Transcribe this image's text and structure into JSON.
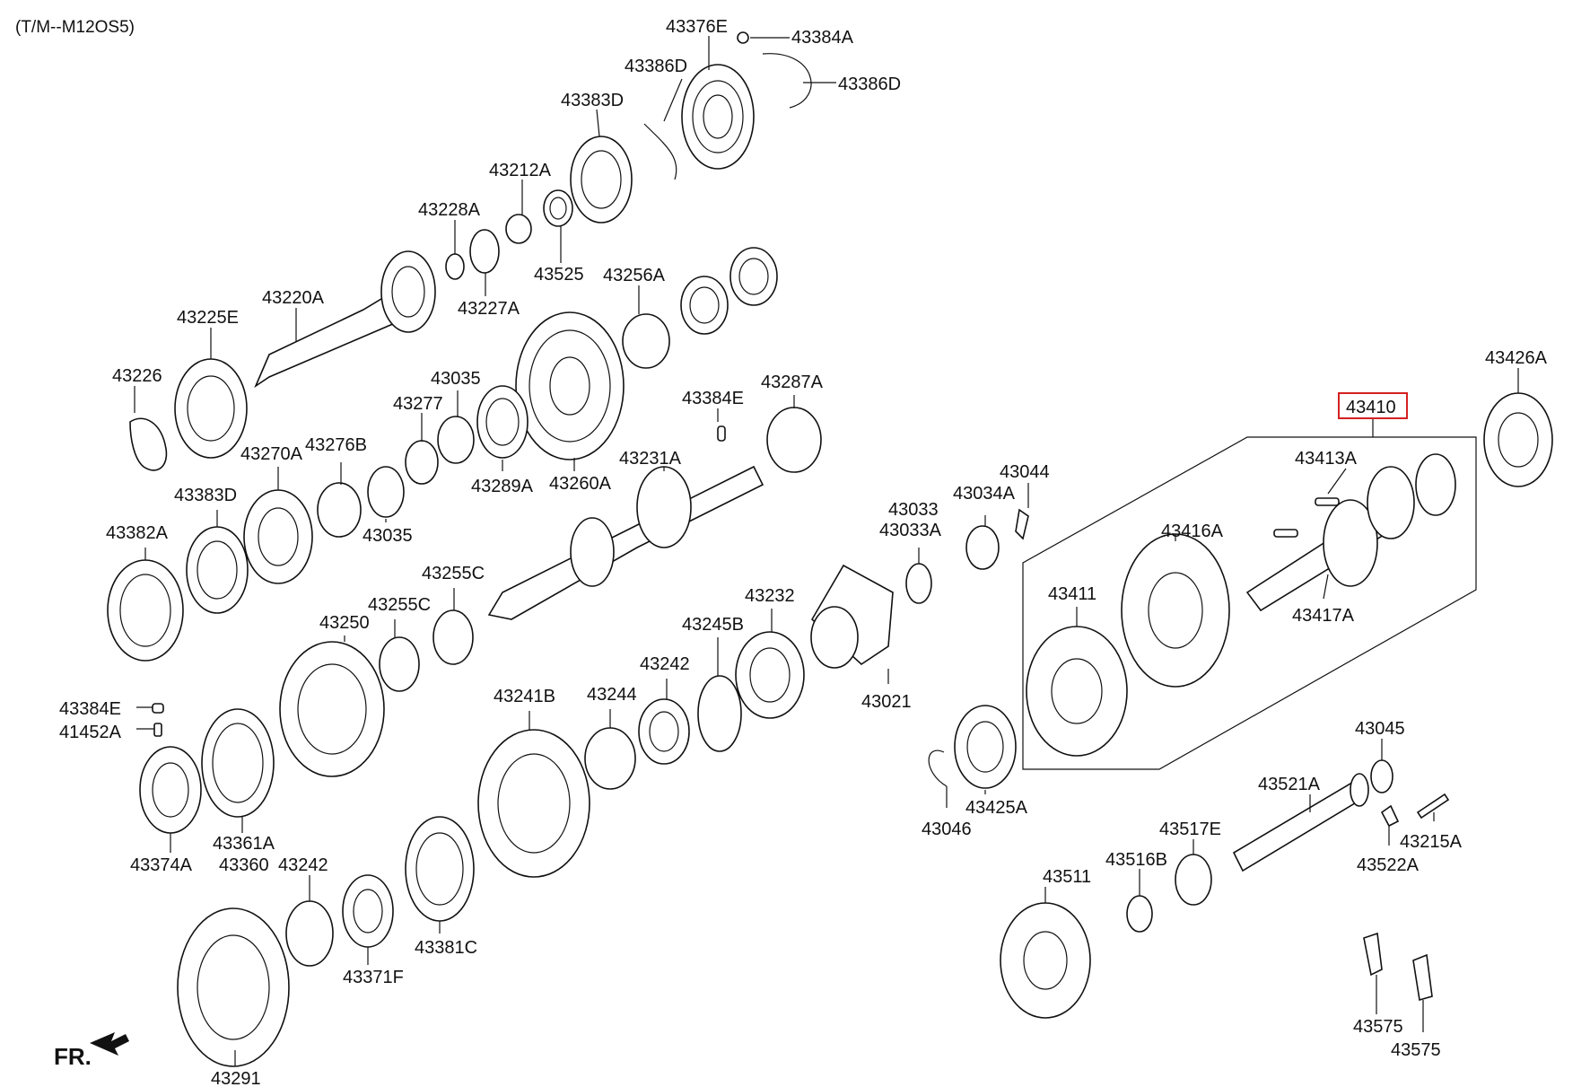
{
  "header": {
    "model_code": "(T/M--M12OS5)"
  },
  "direction": {
    "label": "FR."
  },
  "highlight_part": "43410",
  "highlight_color": "#d42020",
  "labels": {
    "p43376E": "43376E",
    "p43384A": "43384A",
    "p43386D_a": "43386D",
    "p43386D_b": "43386D",
    "p43383D_a": "43383D",
    "p43212A": "43212A",
    "p43228A": "43228A",
    "p43525": "43525",
    "p43227A": "43227A",
    "p43220A": "43220A",
    "p43256A": "43256A",
    "p43225E": "43225E",
    "p43226": "43226",
    "p43035_a": "43035",
    "p43277": "43277",
    "p43384E_a": "43384E",
    "p43287A": "43287A",
    "p43276B": "43276B",
    "p43270A": "43270A",
    "p43289A": "43289A",
    "p43260A": "43260A",
    "p43231A": "43231A",
    "p43035_b": "43035",
    "p43383D_b": "43383D",
    "p43382A": "43382A",
    "p43255C_a": "43255C",
    "p43255C_b": "43255C",
    "p43250": "43250",
    "p43232": "43232",
    "p43245B": "43245B",
    "p43242_a": "43242",
    "p43244": "43244",
    "p43241B": "43241B",
    "p43021": "43021",
    "p43033": "43033",
    "p43033A": "43033A",
    "p43034A": "43034A",
    "p43044": "43044",
    "p43384E_b": "43384E",
    "p41452A": "41452A",
    "p43361A": "43361A",
    "p43374A": "43374A",
    "p43360": "43360",
    "p43242_b": "43242",
    "p43371F": "43371F",
    "p43381C": "43381C",
    "p43291": "43291",
    "p43410": "43410",
    "p43426A": "43426A",
    "p43413A": "43413A",
    "p43416A": "43416A",
    "p43411": "43411",
    "p43417A": "43417A",
    "p43425A": "43425A",
    "p43046": "43046",
    "p43045": "43045",
    "p43521A": "43521A",
    "p43517E": "43517E",
    "p43516B": "43516B",
    "p43511": "43511",
    "p43215A": "43215A",
    "p43522A": "43522A",
    "p43575_a": "43575",
    "p43575_b": "43575"
  }
}
